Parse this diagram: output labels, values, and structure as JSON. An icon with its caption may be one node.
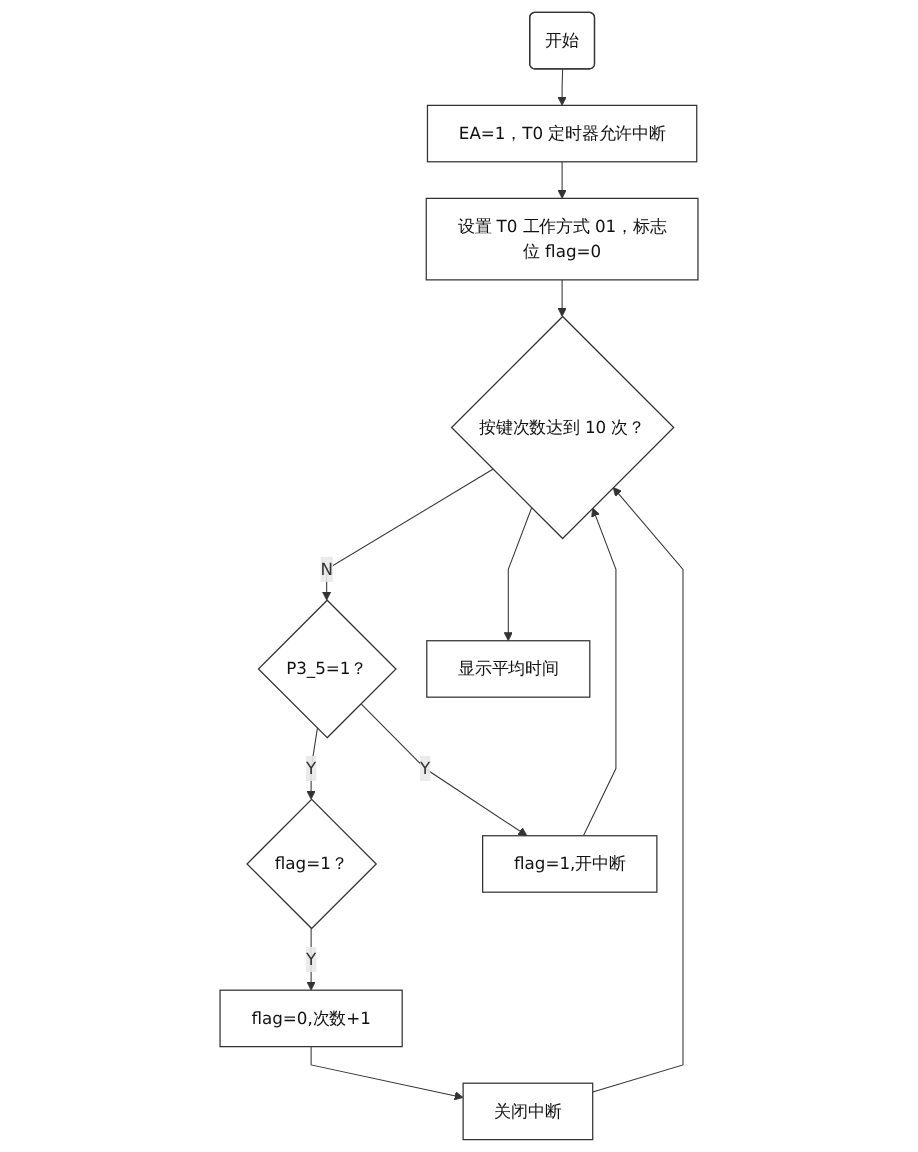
{
  "diagram": {
    "nodes": [
      {
        "text": [
          "开始"
        ]
      },
      {
        "text": [
          "EA=1，T0 定时器允许中断"
        ]
      },
      {
        "text": [
          "设置 T0 工作方式 01，标志位 flag=0"
        ]
      },
      {
        "text": [
          "按键次数达到 10 次？"
        ]
      },
      {
        "text": [
          "P3_5=1？"
        ]
      },
      {
        "text": [
          "flag=1？"
        ]
      },
      {
        "text": [
          "flag=0,次数+1"
        ]
      },
      {
        "text": [
          "关闭中断"
        ]
      },
      {
        "text": [
          "flag=1,开中断"
        ]
      },
      {
        "text": [
          "显示平均时间"
        ]
      }
    ],
    "edges": [
      {
        "from": 0,
        "to": 1,
        "arrow": "to"
      },
      {
        "from": 1,
        "to": 2,
        "arrow": "to"
      },
      {
        "from": 2,
        "to": 3,
        "arrow": "to"
      },
      {
        "from": 3,
        "to": 4,
        "arrow": "to",
        "label": "N"
      },
      {
        "from": 4,
        "to": 5,
        "arrow": "to",
        "label": "Y"
      },
      {
        "from": 4,
        "to": 8,
        "arrow": "to",
        "label": "Y"
      },
      {
        "from": 5,
        "to": 6,
        "arrow": "to",
        "label": "Y"
      },
      {
        "from": 6,
        "to": 7,
        "arrow": "to"
      },
      {
        "from": 7,
        "to": 3,
        "arrow": "to"
      },
      {
        "from": 8,
        "to": 3,
        "arrow": "to"
      },
      {
        "from": 3,
        "to": 9,
        "arrow": "to"
      }
    ]
  }
}
